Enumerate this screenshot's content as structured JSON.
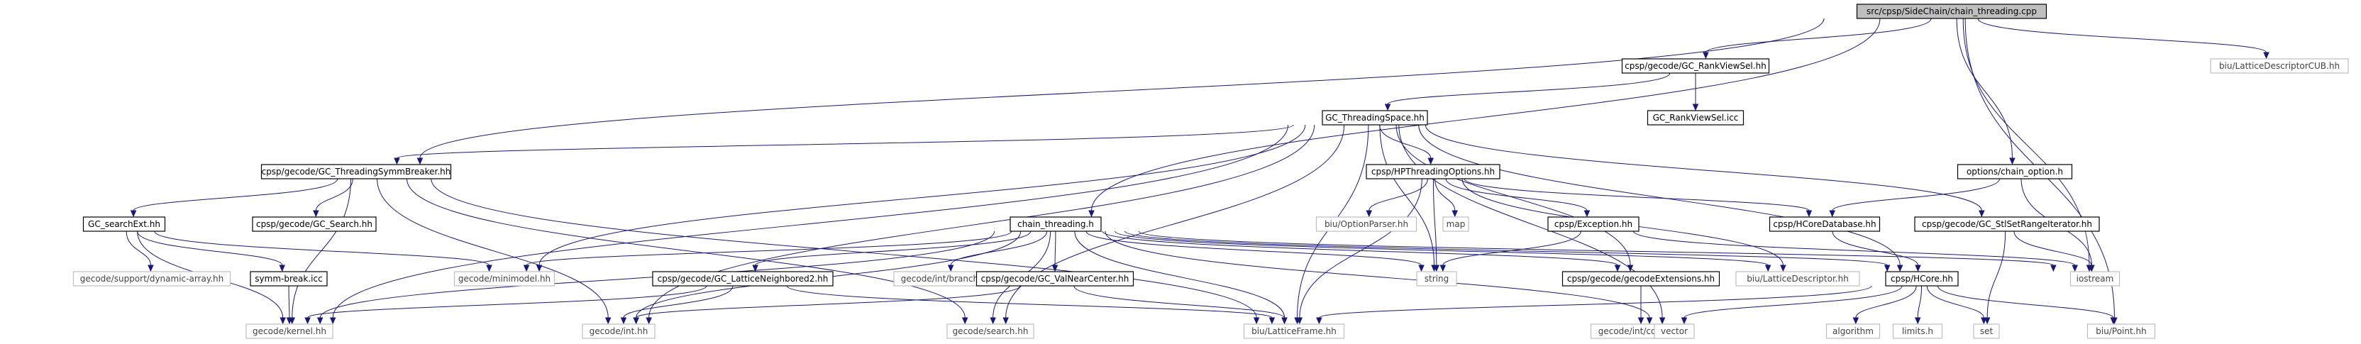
{
  "graph": {
    "nodes": [
      {
        "id": "root",
        "label": "src/cpsp/SideChain/chain_threading.cpp",
        "style": "root"
      },
      {
        "id": "rankviewsel",
        "label": "cpsp/gecode/GC_RankViewSel.hh",
        "style": "box"
      },
      {
        "id": "latticecub",
        "label": "biu/LatticeDescriptorCUB.hh",
        "style": "gray"
      },
      {
        "id": "rankviewselicc",
        "label": "GC_RankViewSel.icc",
        "style": "box"
      },
      {
        "id": "threadingspace",
        "label": "GC_ThreadingSpace.hh",
        "style": "box"
      },
      {
        "id": "chainoption",
        "label": "options/chain_option.h",
        "style": "box"
      },
      {
        "id": "symmbreaker",
        "label": "cpsp/gecode/GC_ThreadingSymmBreaker.hh",
        "style": "box"
      },
      {
        "id": "hpoptions",
        "label": "cpsp/HPThreadingOptions.hh",
        "style": "box"
      },
      {
        "id": "searchext",
        "label": "GC_searchExt.hh",
        "style": "box"
      },
      {
        "id": "gcsearch",
        "label": "cpsp/gecode/GC_Search.hh",
        "style": "box"
      },
      {
        "id": "chainthreadingh",
        "label": "chain_threading.h",
        "style": "box"
      },
      {
        "id": "optionparser",
        "label": "biu/OptionParser.hh",
        "style": "gray"
      },
      {
        "id": "map",
        "label": "map",
        "style": "gray"
      },
      {
        "id": "exception",
        "label": "cpsp/Exception.hh",
        "style": "box"
      },
      {
        "id": "hcoredb",
        "label": "cpsp/HCoreDatabase.hh",
        "style": "box"
      },
      {
        "id": "stlset",
        "label": "cpsp/gecode/GC_StlSetRangeIterator.hh",
        "style": "box"
      },
      {
        "id": "dynarray",
        "label": "gecode/support/dynamic-array.hh",
        "style": "gray"
      },
      {
        "id": "symmbreakicc",
        "label": "symm-break.icc",
        "style": "box"
      },
      {
        "id": "minimodel",
        "label": "gecode/minimodel.hh",
        "style": "gray"
      },
      {
        "id": "latticeneighbored",
        "label": "cpsp/gecode/GC_LatticeNeighbored2.hh",
        "style": "box"
      },
      {
        "id": "intbranch",
        "label": "gecode/int/branch.hh",
        "style": "gray"
      },
      {
        "id": "valnearcenter",
        "label": "cpsp/gecode/GC_ValNearCenter.hh",
        "style": "box"
      },
      {
        "id": "string",
        "label": "string",
        "style": "gray"
      },
      {
        "id": "extensions",
        "label": "cpsp/gecode/gecodeExtensions.hh",
        "style": "box"
      },
      {
        "id": "latticedescriptor",
        "label": "biu/LatticeDescriptor.hh",
        "style": "gray"
      },
      {
        "id": "hcore",
        "label": "cpsp/HCore.hh",
        "style": "box"
      },
      {
        "id": "iostream",
        "label": "iostream",
        "style": "gray"
      },
      {
        "id": "kernel",
        "label": "gecode/kernel.hh",
        "style": "gray"
      },
      {
        "id": "gecodeint",
        "label": "gecode/int.hh",
        "style": "gray"
      },
      {
        "id": "gecodesearch",
        "label": "gecode/search.hh",
        "style": "gray"
      },
      {
        "id": "intcount",
        "label": "gecode/int/count.hh",
        "style": "gray"
      },
      {
        "id": "latticeframe",
        "label": "biu/LatticeFrame.hh",
        "style": "gray"
      },
      {
        "id": "vector",
        "label": "vector",
        "style": "gray"
      },
      {
        "id": "algorithm",
        "label": "algorithm",
        "style": "gray"
      },
      {
        "id": "limits",
        "label": "limits.h",
        "style": "gray"
      },
      {
        "id": "set",
        "label": "set",
        "style": "gray"
      },
      {
        "id": "point",
        "label": "biu/Point.hh",
        "style": "gray"
      }
    ],
    "edges": [
      [
        "root",
        "rankviewsel"
      ],
      [
        "root",
        "latticecub"
      ],
      [
        "root",
        "chainoption"
      ],
      [
        "root",
        "symmbreaker"
      ],
      [
        "root",
        "chainthreadingh"
      ],
      [
        "root",
        "iostream"
      ],
      [
        "root",
        "point"
      ],
      [
        "rankviewsel",
        "rankviewselicc"
      ],
      [
        "rankviewsel",
        "threadingspace"
      ],
      [
        "threadingspace",
        "symmbreaker"
      ],
      [
        "threadingspace",
        "hpoptions"
      ],
      [
        "threadingspace",
        "stlset"
      ],
      [
        "threadingspace",
        "minimodel"
      ],
      [
        "threadingspace",
        "string"
      ],
      [
        "threadingspace",
        "hcore"
      ],
      [
        "threadingspace",
        "kernel"
      ],
      [
        "threadingspace",
        "gecodeint"
      ],
      [
        "threadingspace",
        "gecodesearch"
      ],
      [
        "threadingspace",
        "extensions"
      ],
      [
        "threadingspace",
        "vector"
      ],
      [
        "threadingspace",
        "latticeframe"
      ],
      [
        "chainoption",
        "hcoredb"
      ],
      [
        "chainoption",
        "iostream"
      ],
      [
        "symmbreaker",
        "searchext"
      ],
      [
        "symmbreaker",
        "gcsearch"
      ],
      [
        "symmbreaker",
        "kernel"
      ],
      [
        "symmbreaker",
        "gecodeint"
      ],
      [
        "symmbreaker",
        "gecodesearch"
      ],
      [
        "symmbreaker",
        "latticeframe"
      ],
      [
        "hpoptions",
        "optionparser"
      ],
      [
        "hpoptions",
        "map"
      ],
      [
        "hpoptions",
        "exception"
      ],
      [
        "hpoptions",
        "hcoredb"
      ],
      [
        "hpoptions",
        "string"
      ],
      [
        "hpoptions",
        "latticedescriptor"
      ],
      [
        "hpoptions",
        "latticeframe"
      ],
      [
        "searchext",
        "dynarray"
      ],
      [
        "searchext",
        "symmbreakicc"
      ],
      [
        "searchext",
        "minimodel"
      ],
      [
        "searchext",
        "kernel"
      ],
      [
        "symmbreakicc",
        "kernel"
      ],
      [
        "chainthreadingh",
        "minimodel"
      ],
      [
        "chainthreadingh",
        "latticeneighbored"
      ],
      [
        "chainthreadingh",
        "intbranch"
      ],
      [
        "chainthreadingh",
        "valnearcenter"
      ],
      [
        "chainthreadingh",
        "string"
      ],
      [
        "chainthreadingh",
        "extensions"
      ],
      [
        "chainthreadingh",
        "latticedescriptor"
      ],
      [
        "chainthreadingh",
        "hcore"
      ],
      [
        "chainthreadingh",
        "kernel"
      ],
      [
        "chainthreadingh",
        "gecodeint"
      ],
      [
        "chainthreadingh",
        "gecodesearch"
      ],
      [
        "chainthreadingh",
        "latticeframe"
      ],
      [
        "chainthreadingh",
        "vector"
      ],
      [
        "chainthreadingh",
        "iostream"
      ],
      [
        "exception",
        "string"
      ],
      [
        "exception",
        "iostream"
      ],
      [
        "hcoredb",
        "hcore"
      ],
      [
        "stlset",
        "set"
      ],
      [
        "stlset",
        "iostream"
      ],
      [
        "latticeneighbored",
        "kernel"
      ],
      [
        "latticeneighbored",
        "gecodeint"
      ],
      [
        "latticeneighbored",
        "latticeframe"
      ],
      [
        "valnearcenter",
        "gecodeint"
      ],
      [
        "valnearcenter",
        "latticeframe"
      ],
      [
        "extensions",
        "intcount"
      ],
      [
        "hcore",
        "vector"
      ],
      [
        "hcore",
        "latticeframe"
      ],
      [
        "hcore",
        "algorithm"
      ],
      [
        "hcore",
        "limits"
      ],
      [
        "hcore",
        "set"
      ],
      [
        "hcore",
        "point"
      ]
    ]
  }
}
